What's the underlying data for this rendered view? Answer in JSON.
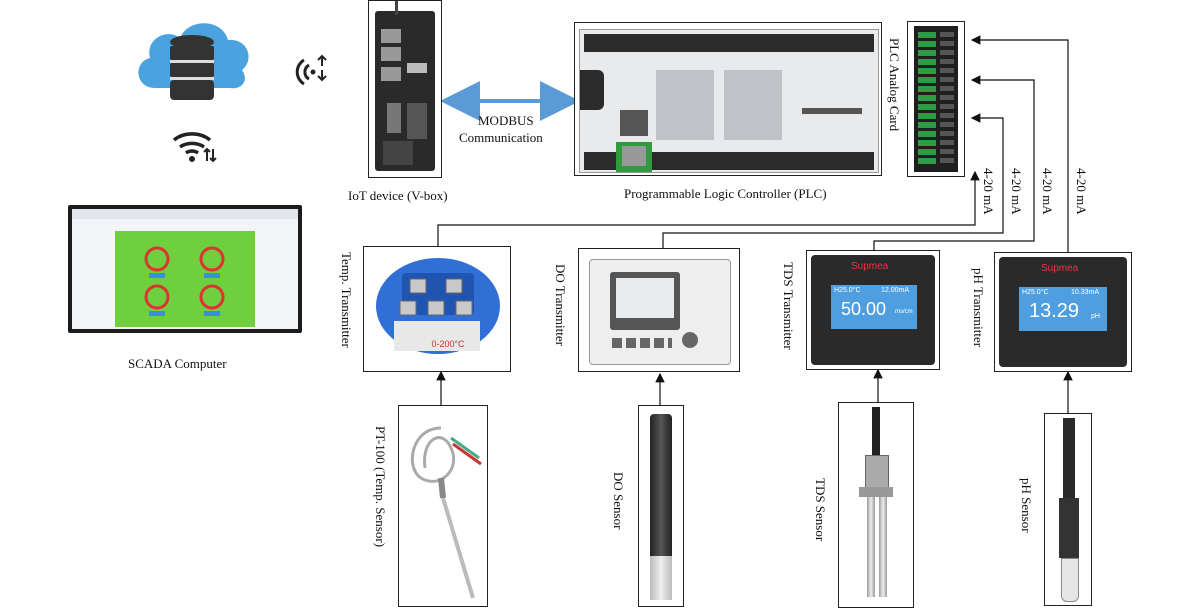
{
  "labels": {
    "scada": "SCADA Computer",
    "iot": "IoT device (V-box)",
    "modbus_line1": "MODBUS",
    "modbus_line2": "Communication",
    "plc": "Programmable Logic Controller (PLC)",
    "analog_card": "PLC Analog Card",
    "temp_transmitter": "Temp. Transmitter",
    "do_transmitter": "DO Transmitter",
    "tds_transmitter": "TDS Transmitter",
    "ph_transmitter": "pH Transmitter",
    "pt100": "PT-100 (Temp. Sensor)",
    "do_sensor": "DO Sensor",
    "tds_sensor": "TDS Sensor",
    "ph_sensor": "pH Sensor",
    "signal": [
      "4-20 mA",
      "4-20 mA",
      "4-20 mA",
      "4-20 mA"
    ]
  },
  "displays": {
    "brand": "Supmea",
    "tds": {
      "value": "50.00",
      "unit": "ms/cm",
      "temp": "H25.0°C",
      "range": "12.00mA"
    },
    "ph": {
      "value": "13.29",
      "unit": "pH",
      "temp": "H25.0°C",
      "range": "10.33mA"
    },
    "temp_plate": "0-200°C"
  },
  "colors": {
    "cloud": "#4aa3df",
    "arrow": "#5b9bd5",
    "scada_screen": "#6fcf3f",
    "temp_body": "#2f6fd6",
    "transmitter_screen": "#4f9fe0"
  }
}
